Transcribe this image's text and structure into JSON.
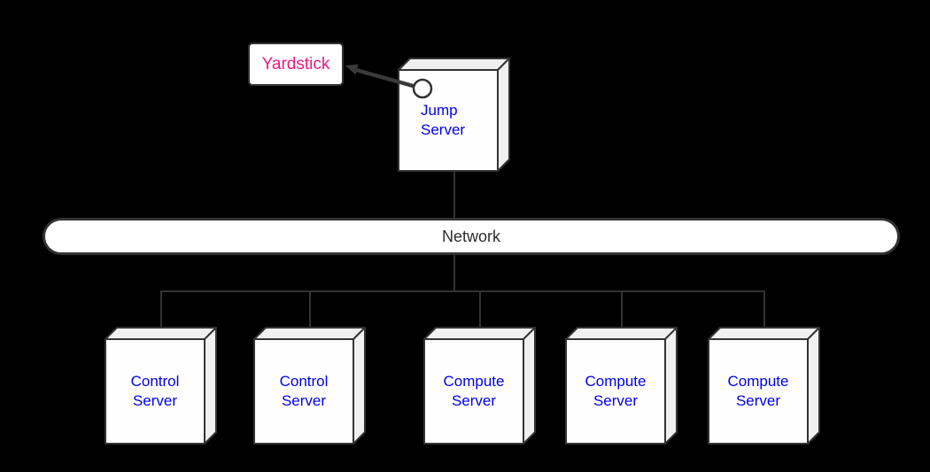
{
  "yardstick": {
    "label": "Yardstick"
  },
  "jump_server": {
    "label": "Jump Server"
  },
  "network": {
    "label": "Network"
  },
  "servers": [
    {
      "label": "Control Server"
    },
    {
      "label": "Control Server"
    },
    {
      "label": "Compute Server"
    },
    {
      "label": "Compute Server"
    },
    {
      "label": "Compute Server"
    }
  ],
  "colors": {
    "background": "#000000",
    "line": "#333333",
    "node_front": "#fefefe",
    "node_side": "#f0f0f0",
    "server_text": "#0000ee",
    "yardstick_text": "#f0187f",
    "network_text": "#2d2d2d"
  }
}
